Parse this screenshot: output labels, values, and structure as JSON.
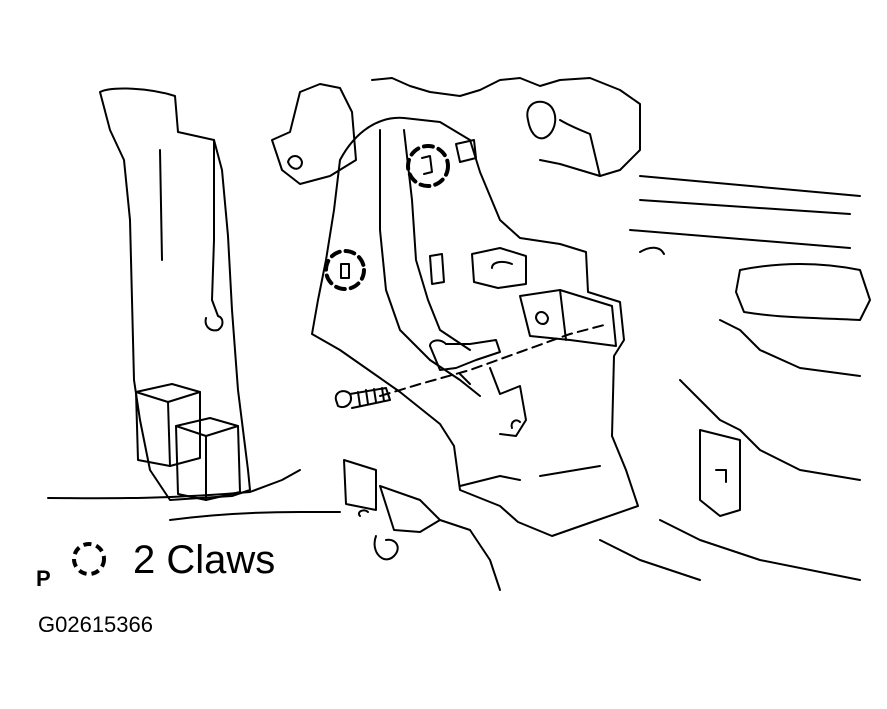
{
  "legend": {
    "marker_label": "P",
    "text": "2 Claws"
  },
  "figure_code": "G02615366",
  "colors": {
    "line": "#000000",
    "background": "#ffffff"
  },
  "icons": {
    "claw_marker": "dashed-circle-icon",
    "screw": "screw-icon"
  }
}
